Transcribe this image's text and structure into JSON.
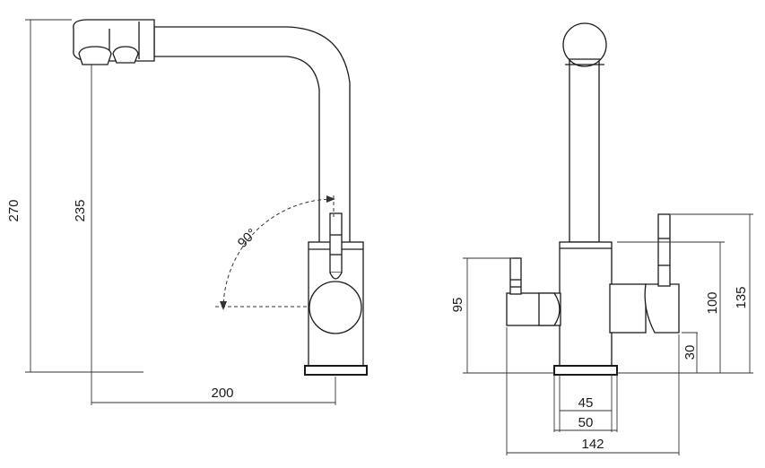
{
  "side_view": {
    "total_height": "270",
    "spout_height": "235",
    "spout_reach": "200",
    "swivel_angle": "90°"
  },
  "front_view": {
    "filter_handle_height": "95",
    "lever_height": "100",
    "total_height": "135",
    "body_height": "30",
    "inner_base": "45",
    "base_diameter": "50",
    "overall_width": "142"
  }
}
